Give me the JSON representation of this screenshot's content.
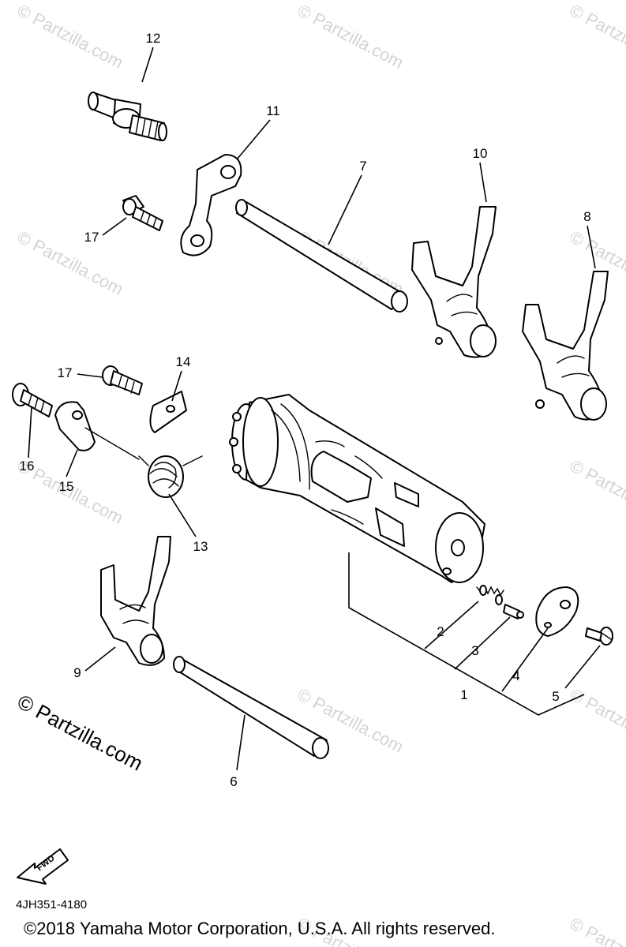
{
  "watermark_text": "© Partzilla.com",
  "callouts": [
    {
      "id": "c1",
      "text": "1"
    },
    {
      "id": "c2",
      "text": "2"
    },
    {
      "id": "c3",
      "text": "3"
    },
    {
      "id": "c4",
      "text": "4"
    },
    {
      "id": "c5",
      "text": "5"
    },
    {
      "id": "c6",
      "text": "6"
    },
    {
      "id": "c7",
      "text": "7"
    },
    {
      "id": "c8",
      "text": "8"
    },
    {
      "id": "c9",
      "text": "9"
    },
    {
      "id": "c10",
      "text": "10"
    },
    {
      "id": "c11",
      "text": "11"
    },
    {
      "id": "c12",
      "text": "12"
    },
    {
      "id": "c13",
      "text": "13"
    },
    {
      "id": "c14",
      "text": "14"
    },
    {
      "id": "c15",
      "text": "15"
    },
    {
      "id": "c16",
      "text": "16"
    },
    {
      "id": "c17a",
      "text": "17"
    },
    {
      "id": "c17b",
      "text": "17"
    }
  ],
  "fwd_label": "FWD",
  "part_number": "4JH351-4180",
  "copyright": "©2018 Yamaha Motor Corporation, U.S.A. All rights reserved."
}
